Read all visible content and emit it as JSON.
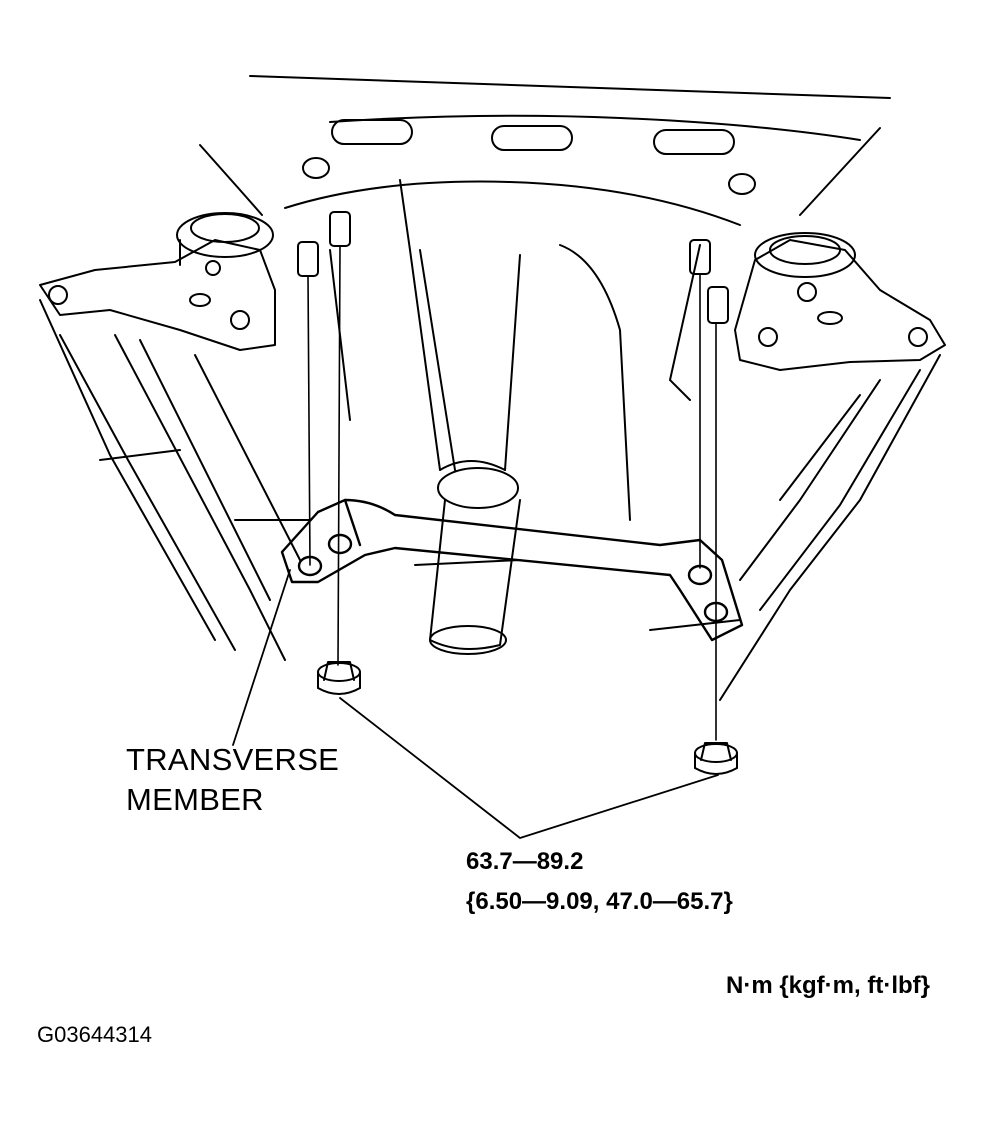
{
  "callout": {
    "line1": "TRANSVERSE",
    "line2": "MEMBER"
  },
  "torque": {
    "nm": "63.7—89.2",
    "alt": "{6.50—9.09, 47.0—65.7}"
  },
  "units": "N·m {kgf·m, ft·lbf}",
  "figure_id": "G03644314",
  "colors": {
    "line": "#000000",
    "background": "#ffffff"
  }
}
